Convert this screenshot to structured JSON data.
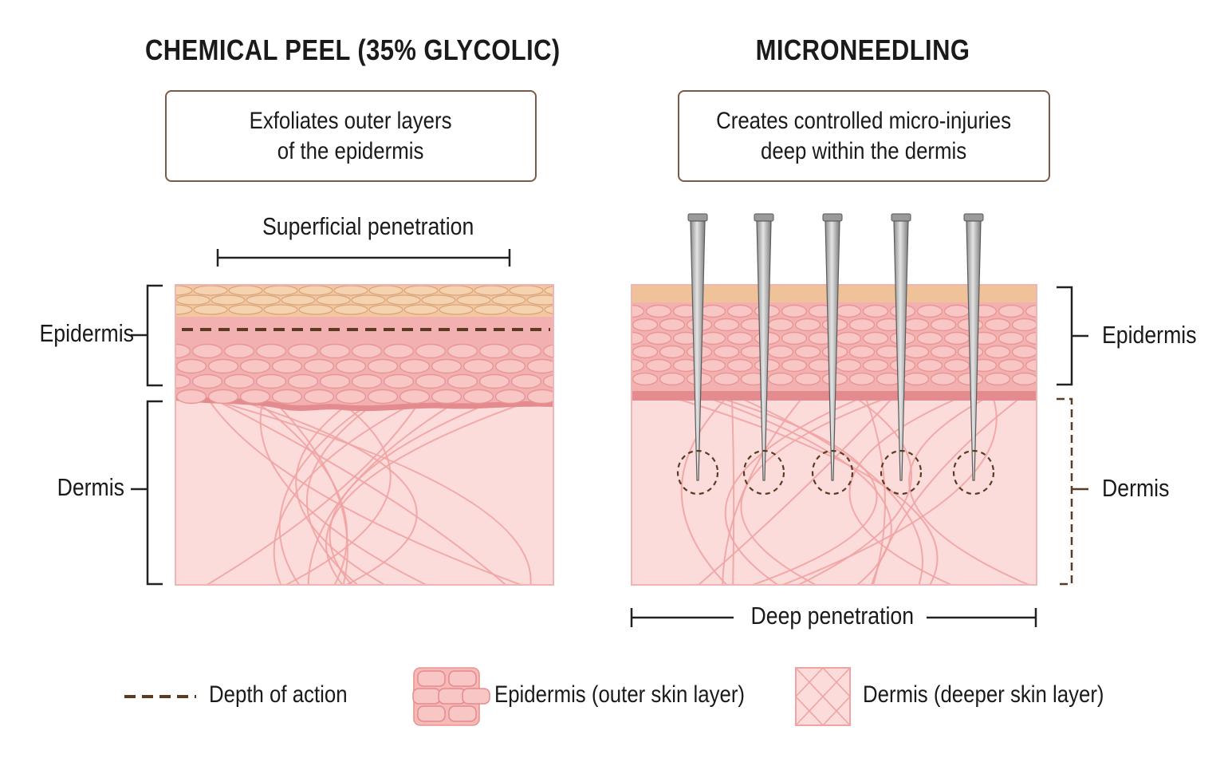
{
  "left_panel": {
    "title": "CHEMICAL PEEL (35% GLYCOLIC)",
    "description": "Exfoliates outer layers\nof the epidermis",
    "penetration_label": "Superficial penetration",
    "layer_labels": {
      "epidermis": "Epidermis",
      "dermis": "Dermis"
    }
  },
  "right_panel": {
    "title": "MICRONEEDLING",
    "description": "Creates controlled micro-injuries\ndeep within the dermis",
    "penetration_label": "Deep penetration",
    "layer_labels": {
      "epidermis": "Epidermis",
      "dermis": "Dermis"
    },
    "needle_count": 5
  },
  "legend": {
    "depth": "Depth of action",
    "epidermis": "Epidermis (outer skin layer)",
    "dermis": "Dermis (deeper skin layer)"
  },
  "colors": {
    "stratum_corneum": "#f3c7a0",
    "epidermis": "#f6b9b6",
    "dermis": "#fbdcda",
    "fiber": "#efa3a3",
    "depth_marker": "#5a3a20",
    "bracket": "#222222",
    "box_border": "#7a5a48",
    "needle": "#b8b8b8"
  }
}
